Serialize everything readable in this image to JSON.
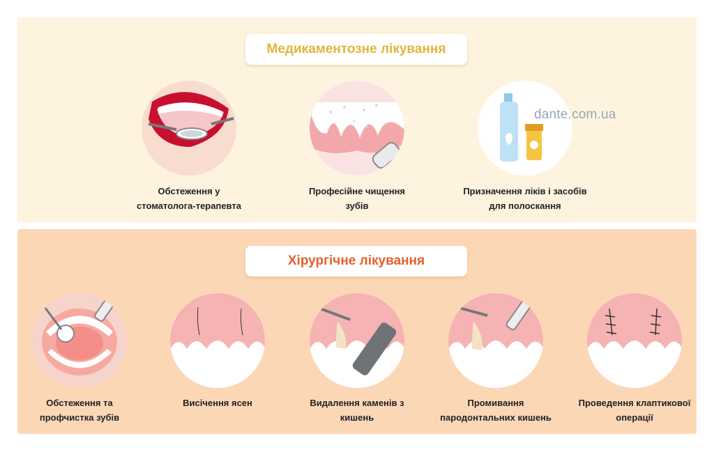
{
  "sections": [
    {
      "title": "Медикаментозне лікування",
      "items": [
        {
          "caption_line1": "Обстеження у",
          "caption_line2": "стоматолога-терапевта",
          "icon": "mouth-mirror-icon"
        },
        {
          "caption_line1": "Професійне чищення",
          "caption_line2": "зубів",
          "icon": "teeth-cleaning-icon"
        },
        {
          "caption_line1": "Призначення ліків і засобів",
          "caption_line2": "для полоскання",
          "icon": "mouthwash-bottle-icon"
        }
      ]
    },
    {
      "title": "Хірургічне лікування",
      "items": [
        {
          "caption_line1": "Обстеження та",
          "caption_line2": "профчистка зубів",
          "icon": "open-mouth-exam-icon"
        },
        {
          "caption_line1": "Висічення ясен",
          "caption_line2": "",
          "icon": "gum-excision-icon"
        },
        {
          "caption_line1": "Видалення каменів з",
          "caption_line2": "кишень",
          "icon": "tartar-removal-icon"
        },
        {
          "caption_line1": "Промивання",
          "caption_line2": "пародонтальних кишень",
          "icon": "pocket-irrigation-icon"
        },
        {
          "caption_line1": "Проведення клаптикової",
          "caption_line2": "операції",
          "icon": "flap-surgery-icon"
        }
      ]
    }
  ],
  "watermark": "dante.com.ua",
  "colors": {
    "panel_top": "#fdf3df",
    "panel_bottom": "#fcd7b6",
    "title_top": "#e4b43a",
    "title_bottom": "#e4602f",
    "gum": "#e8525a",
    "tooth": "#ffffff"
  }
}
